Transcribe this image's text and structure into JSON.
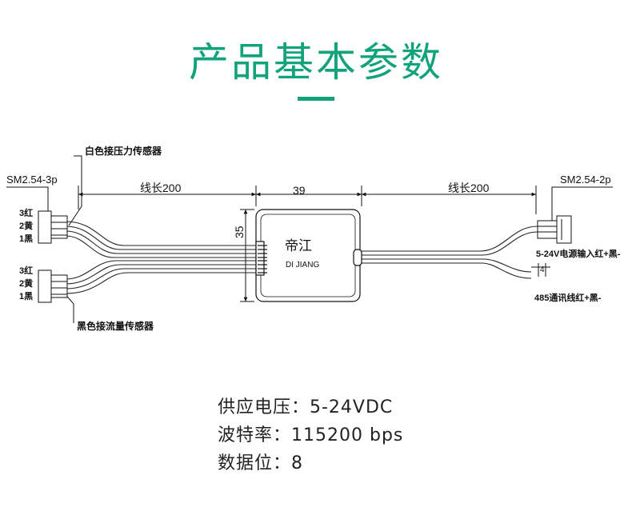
{
  "title": "产品基本参数",
  "diagram": {
    "left_connector_label": "SM2.54-3p",
    "right_connector_label": "SM2.54-2p",
    "white_sensor_label": "白色接压力传感器",
    "black_sensor_label": "黑色接流量传感器",
    "left_length_label": "线长200",
    "right_length_label": "线长200",
    "box_width_label": "39",
    "box_height_label": "35",
    "gap_label": "4",
    "brand_cn": "帝江",
    "brand_en": "DI JIANG",
    "power_input_label": "5-24V电源输入红+黑-",
    "comm_label": "485通讯线红+黑-",
    "pins_upper": [
      "3红",
      "2黄",
      "1黑"
    ],
    "pins_lower": [
      "3红",
      "2黄",
      "1黑"
    ]
  },
  "specs": [
    "供应电压：5-24VDC",
    "波特率：115200 bps",
    "数据位：8"
  ]
}
